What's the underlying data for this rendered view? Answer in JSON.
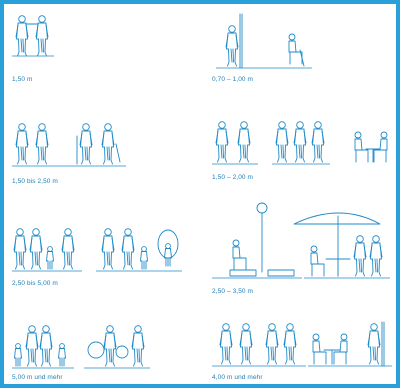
{
  "panels": [
    {
      "id": "p1",
      "label": "1,50 m"
    },
    {
      "id": "p2",
      "label": "0,70 – 1,00 m"
    },
    {
      "id": "p3",
      "label": "1,50 bis 2,50 m"
    },
    {
      "id": "p4",
      "label": "1,50 – 2,00 m"
    },
    {
      "id": "p5",
      "label": "2,50 bis 5,00 m"
    },
    {
      "id": "p6",
      "label": "2,50 – 3,50 m"
    },
    {
      "id": "p7",
      "label": "5,00 m und mehr"
    },
    {
      "id": "p8",
      "label": "4,00 m und mehr"
    }
  ],
  "colors": {
    "frame": "#2a9fd8",
    "line": "#1f8ac8",
    "text": "#1f7fb8"
  }
}
